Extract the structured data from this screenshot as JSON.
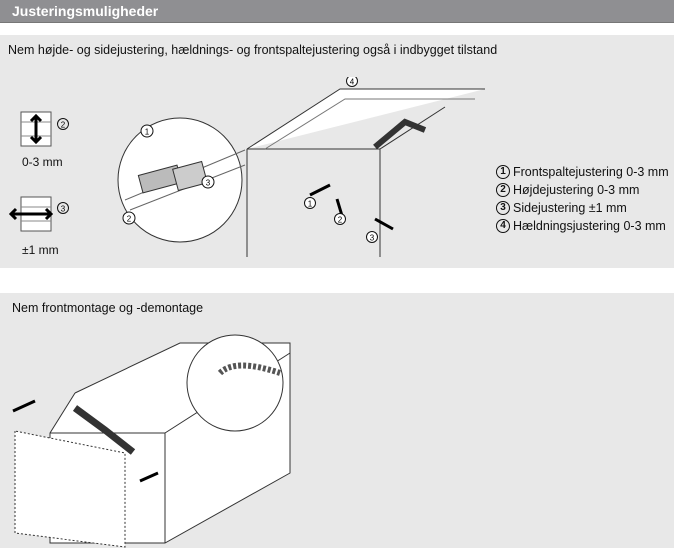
{
  "header": {
    "title": "Justeringsmuligheder"
  },
  "section1": {
    "title": "Nem højde- og sidejustering, hældnings- og frontspaltejustering også i indbygget tilstand",
    "height_label": "0-3 mm",
    "side_label": "±1 mm",
    "legend": [
      {
        "num": "1",
        "text": "Frontspaltejustering 0-3 mm"
      },
      {
        "num": "2",
        "text": "Højdejustering 0-3 mm"
      },
      {
        "num": "3",
        "text": "Sidejustering ±1 mm"
      },
      {
        "num": "4",
        "text": "Hældningsjustering 0-3 mm"
      }
    ]
  },
  "section2": {
    "title": "Nem frontmontage og -demontage"
  }
}
